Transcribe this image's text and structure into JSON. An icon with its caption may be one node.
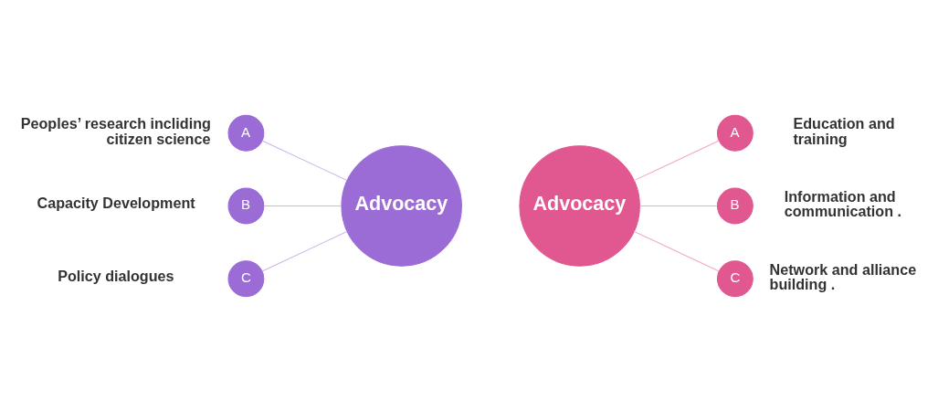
{
  "diagram": {
    "nodes": [
      {
        "text": [
          "Advocacy"
        ]
      },
      {
        "text": [
          "A"
        ],
        "beside": [
          "Peoples’ research incliding citizen science"
        ]
      },
      {
        "text": [
          "B"
        ],
        "beside": [
          "Capacity Development"
        ]
      },
      {
        "text": [
          "C"
        ],
        "beside": [
          "Policy dialogues"
        ]
      },
      {
        "text": [
          "Advocacy"
        ]
      },
      {
        "text": [
          "A"
        ],
        "beside": [
          "Education and training"
        ]
      },
      {
        "text": [
          "B"
        ],
        "beside": [
          "Information and communication ."
        ]
      },
      {
        "text": [
          "C"
        ],
        "beside": [
          "Network and alliance building ."
        ]
      }
    ],
    "edges": [
      {
        "from": 0,
        "to": 1,
        "arrow": "none",
        "color": "#c9b3ec"
      },
      {
        "from": 0,
        "to": 2,
        "arrow": "none",
        "color": "#c9b3ec"
      },
      {
        "from": 0,
        "to": 3,
        "arrow": "none",
        "color": "#c9b3ec"
      },
      {
        "from": 4,
        "to": 5,
        "arrow": "none",
        "color": "#f2a9c6"
      },
      {
        "from": 4,
        "to": 6,
        "arrow": "none",
        "color": "#f2a9c6"
      },
      {
        "from": 4,
        "to": 7,
        "arrow": "none",
        "color": "#f2a9c6"
      }
    ]
  }
}
